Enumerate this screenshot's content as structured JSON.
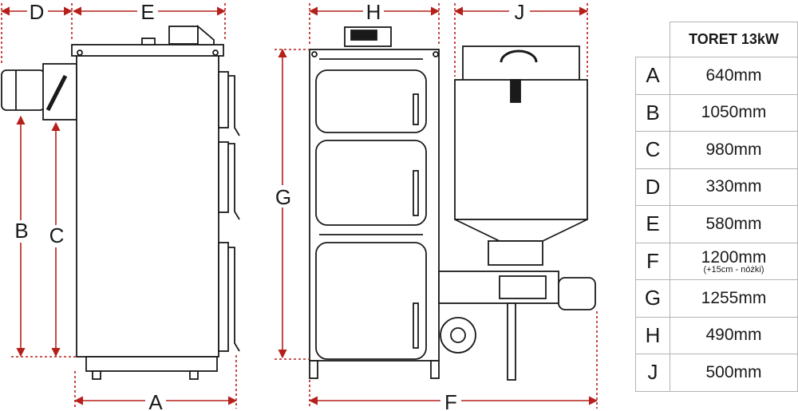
{
  "model": "TORET 13kW",
  "dimensions": [
    {
      "key": "A",
      "value": "640mm",
      "note": ""
    },
    {
      "key": "B",
      "value": "1050mm",
      "note": ""
    },
    {
      "key": "C",
      "value": "980mm",
      "note": ""
    },
    {
      "key": "D",
      "value": "330mm",
      "note": ""
    },
    {
      "key": "E",
      "value": "580mm",
      "note": ""
    },
    {
      "key": "F",
      "value": "1200mm",
      "note": "(+15cm - nóżki)"
    },
    {
      "key": "G",
      "value": "1255mm",
      "note": ""
    },
    {
      "key": "H",
      "value": "490mm",
      "note": ""
    },
    {
      "key": "J",
      "value": "500mm",
      "note": ""
    }
  ],
  "colors": {
    "dimension_line": "#b5201b",
    "outline": "#1a1a1a",
    "body_fill": "#ffffff",
    "table_border": "#b3b3b3"
  }
}
